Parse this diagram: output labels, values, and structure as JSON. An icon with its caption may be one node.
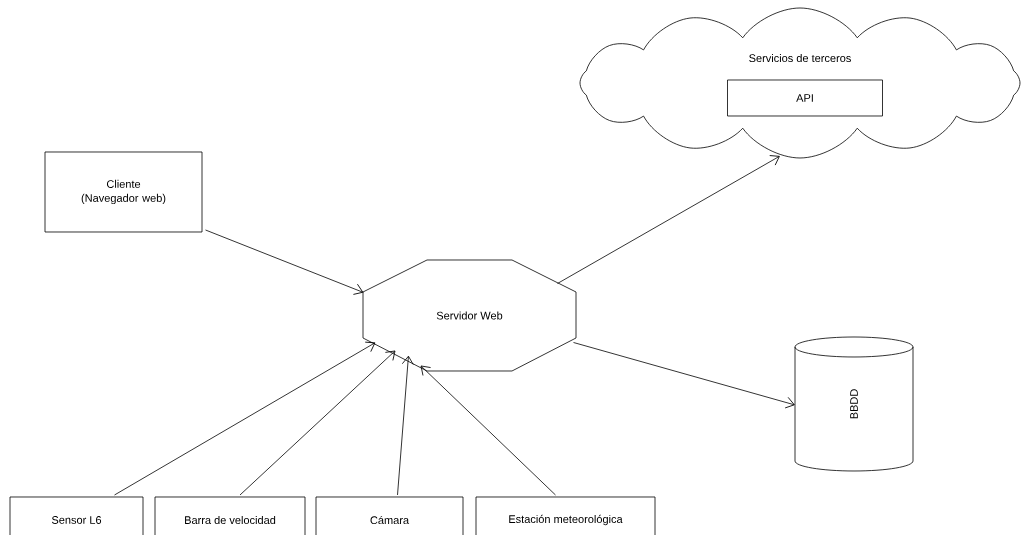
{
  "diagram": {
    "nodes": [
      {
        "text": [
          "Servicios de terceros"
        ]
      },
      {
        "text": [
          "API"
        ],
        "in": 0
      },
      {
        "text": [
          "Cliente (Navegador web)"
        ]
      },
      {
        "text": [
          "Servidor Web"
        ]
      },
      {
        "text": [
          "BBDD"
        ]
      },
      {
        "text": [
          "Sensor L6"
        ]
      },
      {
        "text": [
          "Barra de velocidad"
        ]
      },
      {
        "text": [
          "Cámara"
        ]
      },
      {
        "text": [
          "Estación meteorológica"
        ]
      }
    ],
    "edges": [
      {
        "from": 2,
        "to": 3,
        "arrow": "to"
      },
      {
        "from": 3,
        "to": 0,
        "arrow": "to"
      },
      {
        "from": 3,
        "to": 4,
        "arrow": "to"
      },
      {
        "from": 5,
        "to": 3,
        "arrow": "to"
      },
      {
        "from": 6,
        "to": 3,
        "arrow": "to"
      },
      {
        "from": 7,
        "to": 3,
        "arrow": "to"
      },
      {
        "from": 8,
        "to": 3,
        "arrow": "to"
      }
    ]
  }
}
